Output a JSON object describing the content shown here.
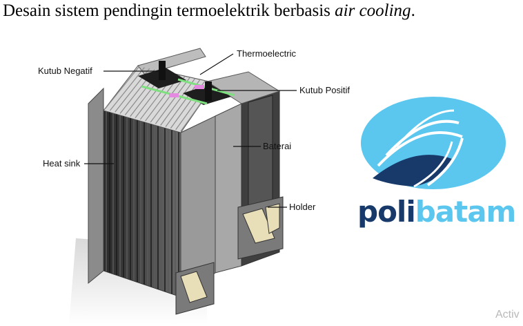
{
  "slide": {
    "title_main": "Desain sistem pendingin termoelektrik berbasis ",
    "title_italic": "air cooling",
    "title_end": "."
  },
  "labels": {
    "thermoelectric": "Thermoelectric",
    "kutub_negatif": "Kutub Negatif",
    "kutub_positif": "Kutub Positif",
    "baterai": "Baterai",
    "heat_sink": "Heat sink",
    "holder": "Holder"
  },
  "logo": {
    "word_part1": "poli",
    "word_part2": "batam",
    "colors": {
      "navy": "#173a6b",
      "sky": "#5bc6ee"
    }
  },
  "watermark": {
    "text": "Activ"
  }
}
